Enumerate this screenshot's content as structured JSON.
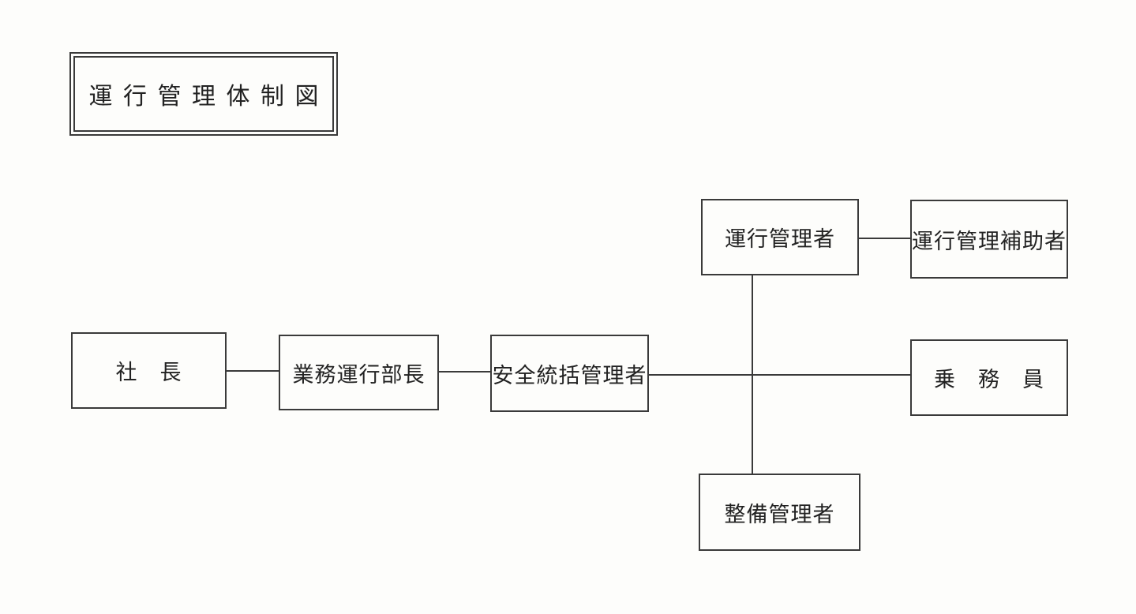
{
  "page": {
    "kind": "scanned organizational chart",
    "background_color": "#fdfdfb",
    "line_color": "#3a3a3a",
    "text_color": "#222222"
  },
  "title_box": {
    "label": "運行管理体制図"
  },
  "nodes": {
    "president": {
      "label": "社　長"
    },
    "operations_director": {
      "label": "業務運行部長"
    },
    "safety_general_manager": {
      "label": "安全統括管理者"
    },
    "operation_manager": {
      "label": "運行管理者"
    },
    "operation_manager_assistant": {
      "label": "運行管理補助者"
    },
    "crew": {
      "label": "乗　務　員"
    },
    "maintenance_manager": {
      "label": "整備管理者"
    }
  },
  "edges": [
    {
      "from": "社長",
      "to": "業務運行部長"
    },
    {
      "from": "業務運行部長",
      "to": "安全統括管理者"
    },
    {
      "from": "安全統括管理者",
      "to": "乗務員"
    },
    {
      "from": "運行管理者",
      "to": "運行管理補助者"
    },
    {
      "from": "運行管理者",
      "to": "整備管理者"
    }
  ]
}
